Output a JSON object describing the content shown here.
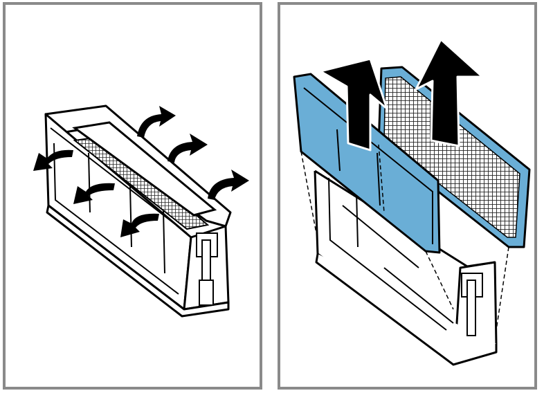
{
  "panels": [
    {
      "step": "remove-dust-from-filter-housing",
      "arrows": "air-flow-arrow"
    },
    {
      "step": "lift-filters-out-of-housing",
      "arrows": "lift-arrow"
    }
  ],
  "colors": {
    "filter_blue": "#6aaed6",
    "filter_mesh": "#2b2b2b",
    "frame_gray": "#8a8a8a",
    "line_black": "#000000",
    "background": "#ffffff"
  }
}
